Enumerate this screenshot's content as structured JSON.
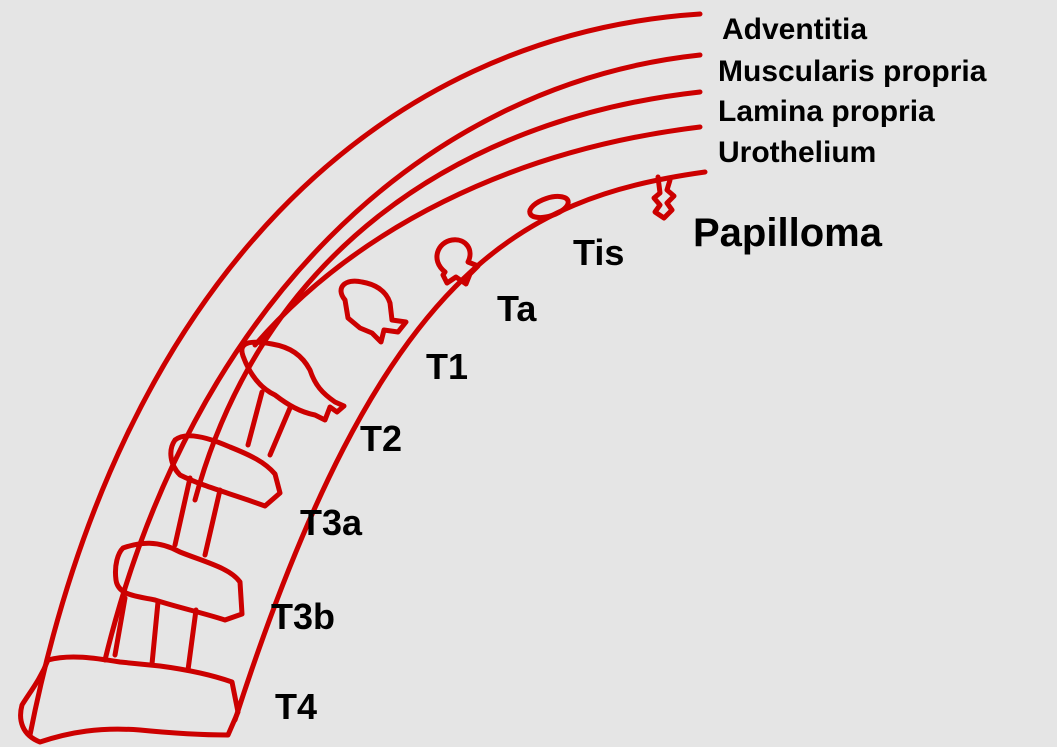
{
  "colors": {
    "background": "#e5e5e5",
    "outline": "#cc0000",
    "text": "#000000"
  },
  "layers": {
    "adventitia": "Adventitia",
    "muscularis": "Muscularis propria",
    "lamina": "Lamina propria",
    "urothelium": "Urothelium"
  },
  "lesions": {
    "papilloma": "Papilloma",
    "tis": "Tis",
    "ta": "Ta",
    "t1": "T1",
    "t2": "T2",
    "t3a": "T3a",
    "t3b": "T3b",
    "t4": "T4"
  }
}
